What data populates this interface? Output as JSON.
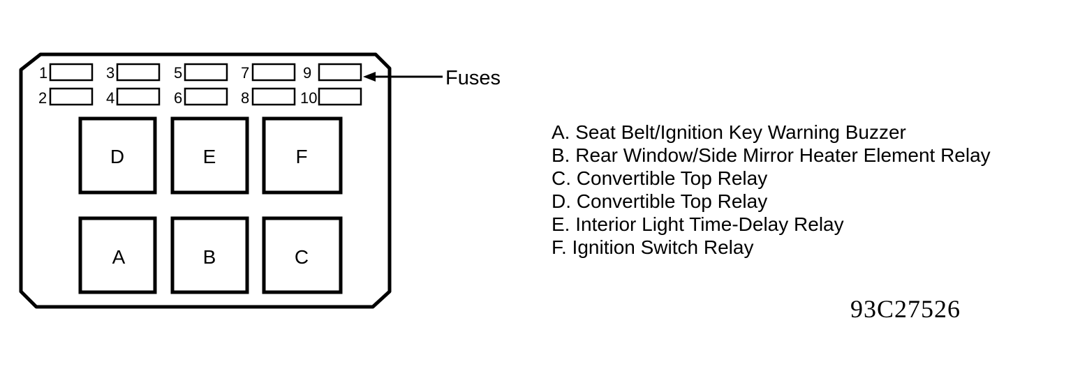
{
  "fuses": {
    "callout_label": "Fuses",
    "items": [
      {
        "number": "1"
      },
      {
        "number": "2"
      },
      {
        "number": "3"
      },
      {
        "number": "4"
      },
      {
        "number": "5"
      },
      {
        "number": "6"
      },
      {
        "number": "7"
      },
      {
        "number": "8"
      },
      {
        "number": "9"
      },
      {
        "number": "10"
      }
    ]
  },
  "relays": {
    "top_row": [
      {
        "letter": "D"
      },
      {
        "letter": "E"
      },
      {
        "letter": "F"
      }
    ],
    "bottom_row": [
      {
        "letter": "A"
      },
      {
        "letter": "B"
      },
      {
        "letter": "C"
      }
    ]
  },
  "legend": [
    "A. Seat Belt/Ignition Key Warning Buzzer",
    "B. Rear Window/Side Mirror Heater Element Relay",
    "C. Convertible Top Relay",
    "D. Convertible Top Relay",
    "E. Interior Light Time-Delay Relay",
    "F. Ignition Switch Relay"
  ],
  "reference_code": "93C27526"
}
